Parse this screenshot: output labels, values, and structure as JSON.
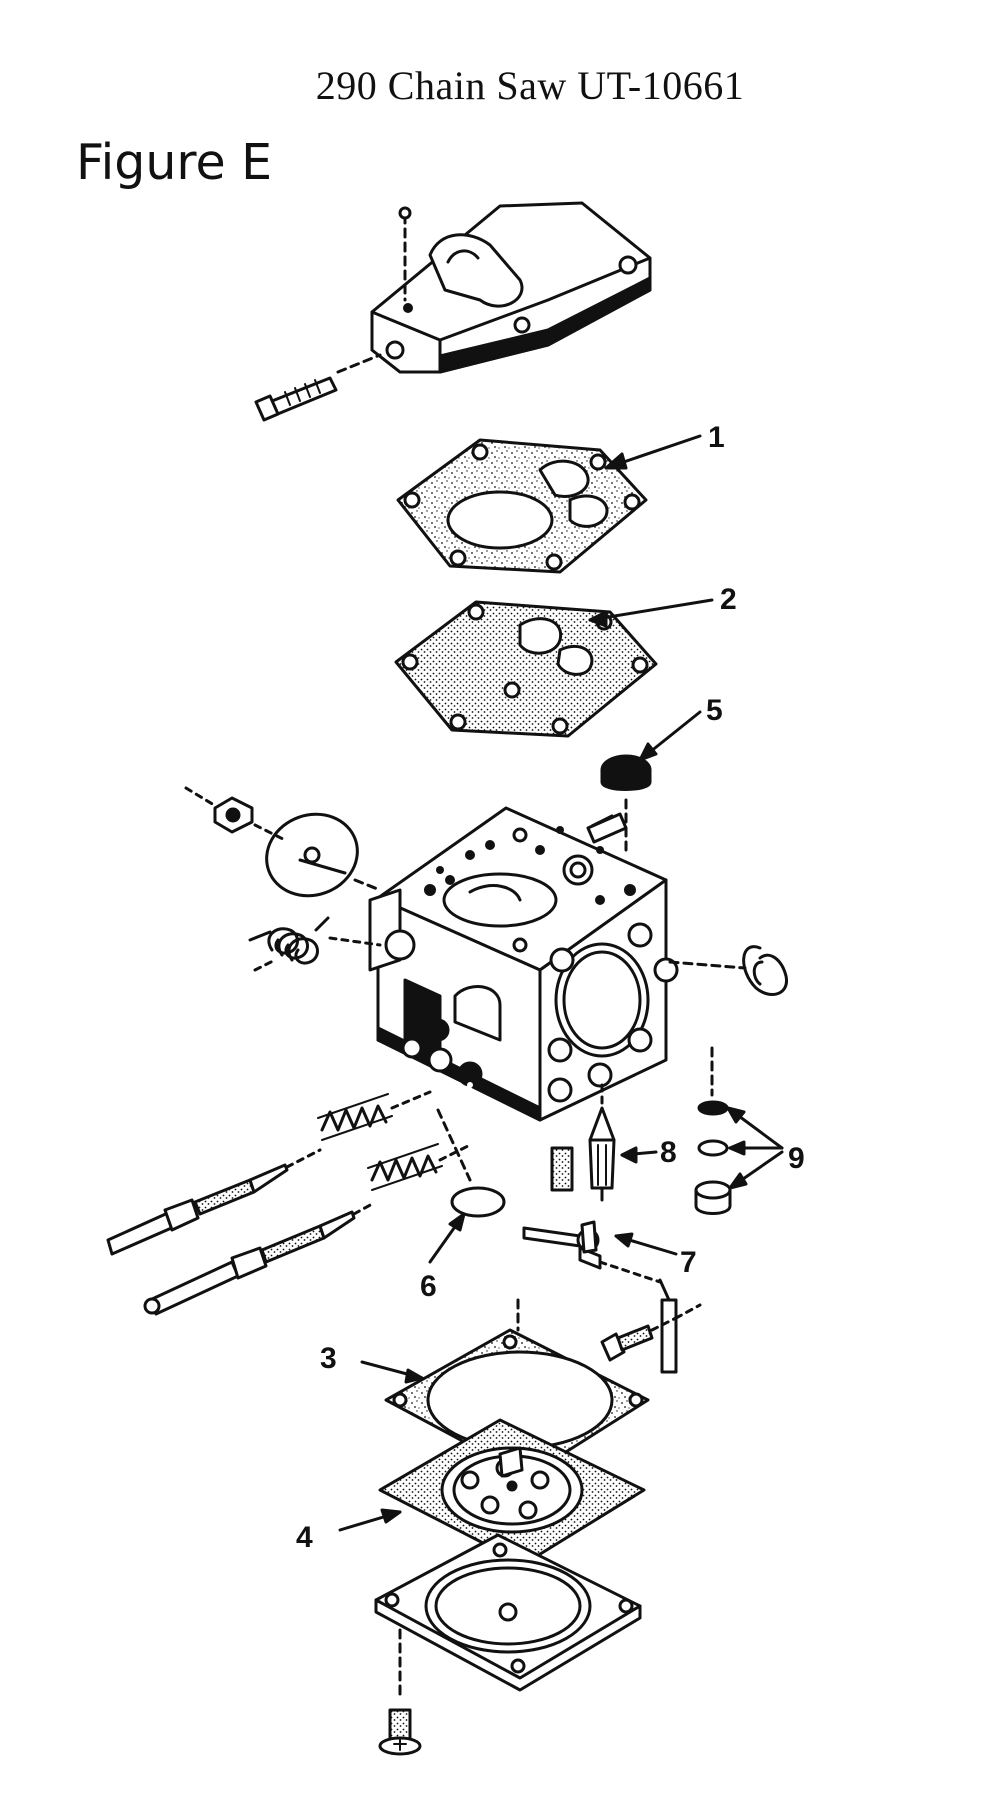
{
  "page": {
    "title": "290 Chain Saw UT-10661",
    "figure_label": "Figure E"
  },
  "callouts": [
    {
      "number": "1"
    },
    {
      "number": "2"
    },
    {
      "number": "3"
    },
    {
      "number": "4"
    },
    {
      "number": "5"
    },
    {
      "number": "6"
    },
    {
      "number": "7"
    },
    {
      "number": "8"
    },
    {
      "number": "9"
    }
  ],
  "colors": {
    "ink": "#111111",
    "background": "#ffffff"
  }
}
